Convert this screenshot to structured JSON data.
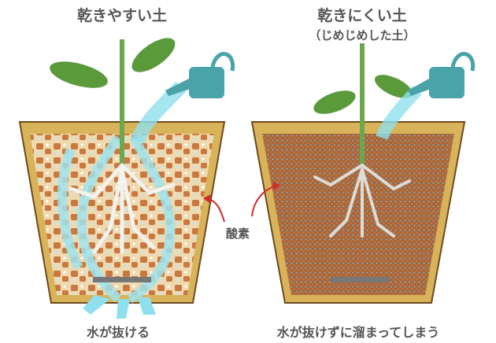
{
  "left_panel": {
    "title": "乾きやすい土",
    "caption": "水が抜ける"
  },
  "right_panel": {
    "title": "乾きにくい土",
    "subtitle": "（じめじめした土）",
    "caption": "水が抜けずに溜まってしまう"
  },
  "center_label": "酸素",
  "colors": {
    "pot": "#d9b35a",
    "pot_outline": "#6b4a1e",
    "soil_loose": "#e8c99a",
    "soil_dense": "#a9663b",
    "water": "#8fe0ee",
    "leaf": "#5a9a3a",
    "root": "#f2f2ee",
    "can": "#4aa3a8",
    "arrow": "#d42a2a",
    "text": "#555555"
  }
}
